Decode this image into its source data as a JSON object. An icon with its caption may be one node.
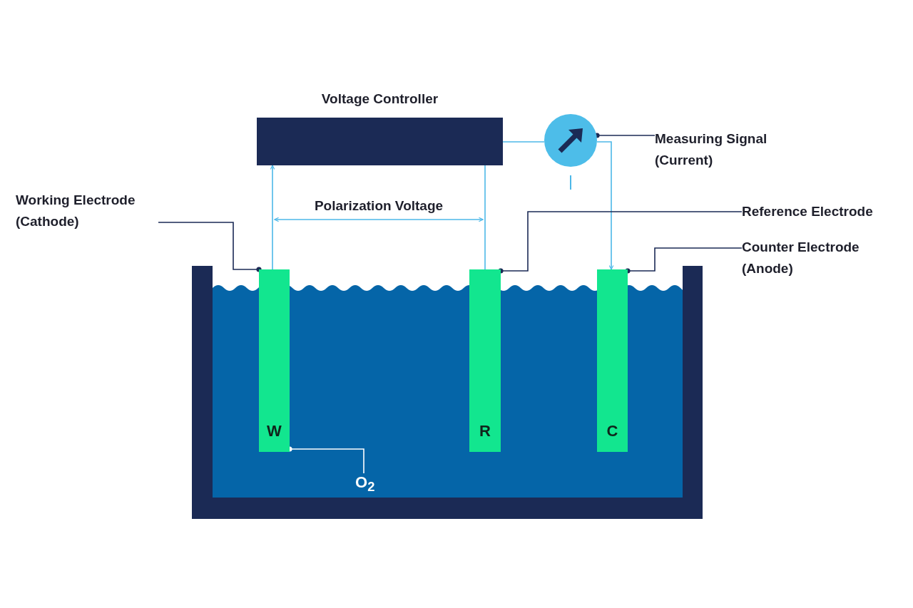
{
  "diagram": {
    "nodes": [
      {
        "text": [
          "Voltage Controller"
        ]
      },
      {
        "text": [],
        "shape": "circle"
      },
      {
        "text": [
          "W"
        ]
      },
      {
        "text": [
          "R"
        ]
      },
      {
        "text": [
          "C"
        ]
      },
      {
        "text": [
          "Working Electrode (Cathode)"
        ]
      },
      {
        "text": [
          "Measuring Signal (Current)"
        ]
      },
      {
        "text": [
          "Reference Electrode"
        ]
      },
      {
        "text": [
          "Counter Electrode (Anode)"
        ]
      },
      {
        "text": [
          "O$_{2}$"
        ]
      }
    ],
    "edges": [
      {
        "from": 2,
        "to": 0,
        "arrow": "to"
      },
      {
        "from": 3,
        "to": 0,
        "arrow": "none"
      },
      {
        "from": 0,
        "to": 1,
        "arrow": "none"
      },
      {
        "from": 1,
        "to": 4,
        "arrow": "to"
      },
      {
        "from": 5,
        "to": 2,
        "arrow": "other",
        "color": "#1b2a55"
      },
      {
        "from": 6,
        "to": 1,
        "arrow": "other",
        "color": "#1b2a55"
      },
      {
        "from": 7,
        "to": 3,
        "arrow": "other",
        "color": "#1b2a55"
      },
      {
        "from": 8,
        "to": 4,
        "arrow": "other",
        "color": "#1b2a55"
      },
      {
        "from": 9,
        "to": 2,
        "arrow": "other",
        "color": "#ffffff"
      }
    ],
    "labels": [
      "Polarization Voltage"
    ]
  }
}
